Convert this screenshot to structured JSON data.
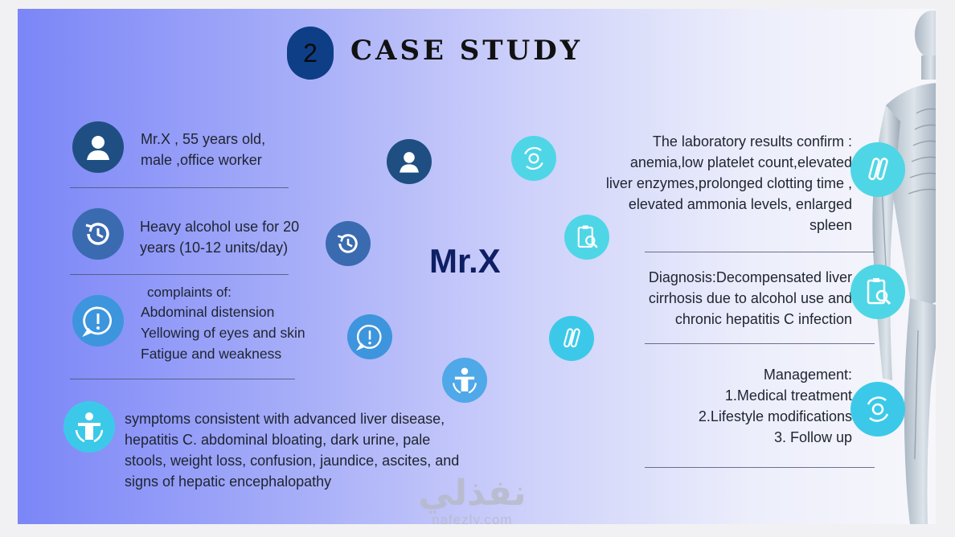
{
  "slide": {
    "number": "2",
    "title": "CASE STUDY",
    "center_label": "Mr.X"
  },
  "left": {
    "patient": "Mr.X , 55 years old,\nmale ,office worker",
    "history": " Heavy alcohol use for 20\nyears (10-12 units/day)",
    "complaints_title": "complaints of:",
    "complaints": "Abdominal distension\nYellowing of eyes and skin\nFatigue and weakness",
    "symptoms": " symptoms consistent with advanced liver disease,\nhepatitis C.  abdominal bloating, dark urine, pale\nstools, weight loss, confusion, jaundice, ascites, and\nsigns of hepatic encephalopathy"
  },
  "right": {
    "labs": "The laboratory results confirm :\nanemia,low platelet count,elevated\nliver enzymes,prolonged clotting time ,\nelevated ammonia levels, enlarged\nspleen",
    "diagnosis": "Diagnosis:Decompensated liver\ncirrhosis due to alcohol use and\nchronic hepatitis C infection",
    "management_title": "Management:",
    "management_items": "1.Medical treatment \n2.Lifestyle modifications\n3. Follow up"
  },
  "icons": [
    "person-icon",
    "history-icon",
    "alert-icon",
    "body-icon",
    "gear-cycle-icon",
    "clipboard-search-icon",
    "test-tubes-icon"
  ],
  "watermark": {
    "arabic": "نفذلي",
    "latin": "nafezly.com"
  },
  "colors": {
    "accent_dark": "#1f4f82",
    "accent_cyan": "#4fd6e6",
    "title_text": "#111111",
    "center_text": "#0e1f63"
  }
}
